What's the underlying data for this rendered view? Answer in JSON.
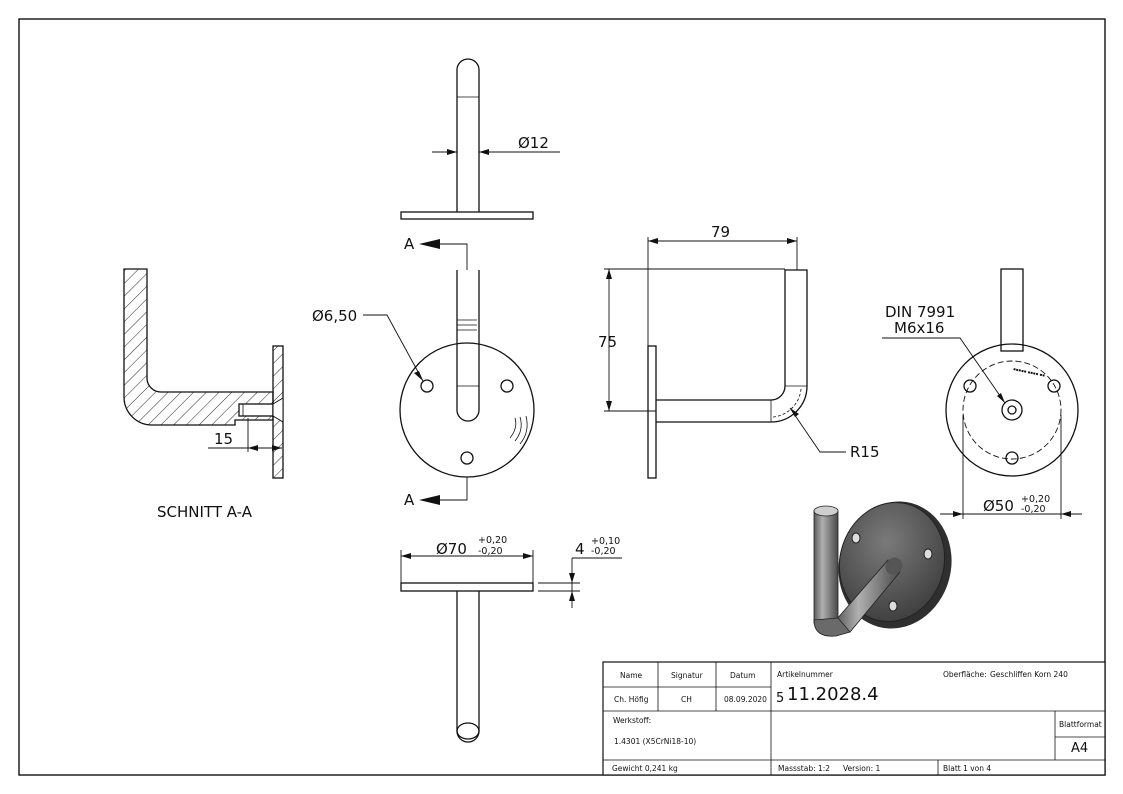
{
  "drawing": {
    "section_label": "SCHNITT A-A",
    "section_marker": "A",
    "dimensions": {
      "rod_diameter": "Ø12",
      "hole_diameter": "Ø6,50",
      "plate_diameter": "Ø70",
      "plate_diameter_tol_plus": "+0,20",
      "plate_diameter_tol_minus": "-0,20",
      "thickness": "4",
      "thickness_tol_plus": "+0,10",
      "thickness_tol_minus": "-0,20",
      "length_horizontal": "79",
      "height_vertical": "75",
      "radius": "R15",
      "section_depth": "15",
      "bolt_circle": "Ø50",
      "bolt_circle_tol_plus": "+0,20",
      "bolt_circle_tol_minus": "-0,20",
      "screw_standard": "DIN 7991",
      "screw_size": "M6x16"
    }
  },
  "title_block": {
    "headers": {
      "name": "Name",
      "signatur": "Signatur",
      "datum": "Datum"
    },
    "name": "Ch. Höfig",
    "signatur": "CH",
    "datum": "08.09.2020",
    "artikel_label": "Artikelnummer",
    "artikel_prefix": "5",
    "artikel_number": "11.2028.4",
    "oberflaeche_label": "Oberfläche:",
    "oberflaeche_value": "Geschliffen Korn 240",
    "werkstoff_label": "Werkstoff:",
    "werkstoff_value": "1.4301 (X5CrNi18-10)",
    "blattformat_label": "Blattformat",
    "blattformat_value": "A4",
    "gewicht": "Gewicht 0,241 kg",
    "massstab": "Massstab: 1:2",
    "version": "Version: 1",
    "blatt": "Blatt 1 von 4"
  }
}
